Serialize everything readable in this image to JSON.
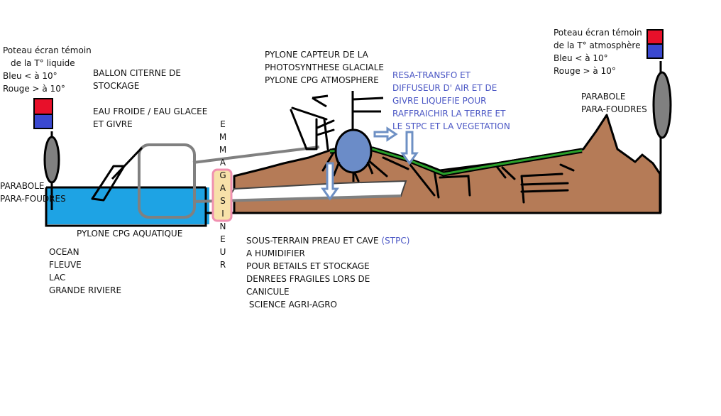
{
  "labels": {
    "poteau_liquide": [
      "Poteau écran témoin",
      "de la T° liquide",
      "Bleu < à 10°",
      "Rouge > à 10°"
    ],
    "ballon": [
      "BALLON CITERNE DE",
      "STOCKAGE"
    ],
    "eau": [
      "EAU FROIDE / EAU GLACEE",
      "ET GIVRE"
    ],
    "parabole_left": [
      "PARABOLE",
      "PARA-FOUDRES"
    ],
    "pylone_aquatique": "PYLONE CPG AQUATIQUE",
    "water_bodies": [
      "OCEAN",
      "FLEUVE",
      "LAC",
      "GRANDE RIVIERE"
    ],
    "emmagasineur": [
      "E",
      "M",
      "M",
      "A",
      "G",
      "A",
      "S",
      "I",
      "N",
      "E",
      "U",
      "R"
    ],
    "pylone_capteur": [
      "PYLONE CAPTEUR DE LA",
      "PHOTOSYNTHESE GLACIALE",
      "PYLONE CPG  ATMOSPHERE"
    ],
    "resa": [
      "RESA-TRANSFO ET",
      "DIFFUSEUR  D' AIR ET DE",
      "GIVRE LIQUEFIE  POUR",
      "RAFFRAICHIR LA TERRE ET",
      "LE STPC  ET LA VEGETATION"
    ],
    "poteau_atmo": [
      "Poteau écran témoin",
      "de la T° atmosphère",
      "Bleu < à 10°",
      "Rouge > à 10°"
    ],
    "parabole_right": [
      "PARABOLE",
      "PARA-FOUDRES"
    ],
    "sous_terrain_first": "SOUS-TERRAIN PREAU ET CAVE ",
    "stpc_tag": "(STPC)",
    "sous_terrain_rest": [
      "A HUMIDIFIER",
      "POUR BETAILS ET STOCKAGE",
      "DENREES FRAGILES LORS DE",
      "CANICULE",
      " SCIENCE AGRI-AGRO"
    ]
  },
  "colors": {
    "water": "#1ea3e4",
    "ground": "#b57b57",
    "tank_outline": "#808080",
    "sphere": "#6b8cc8",
    "green_pipe": "#2aa02a",
    "emmagasineur_fill": "#f7e1a9",
    "emmagasineur_border": "#f090b0",
    "arrow_blue": "#6e90c4",
    "indicator_red": "#e8102a",
    "indicator_blue": "#3a48d0",
    "label_blue": "#4a56c4"
  }
}
